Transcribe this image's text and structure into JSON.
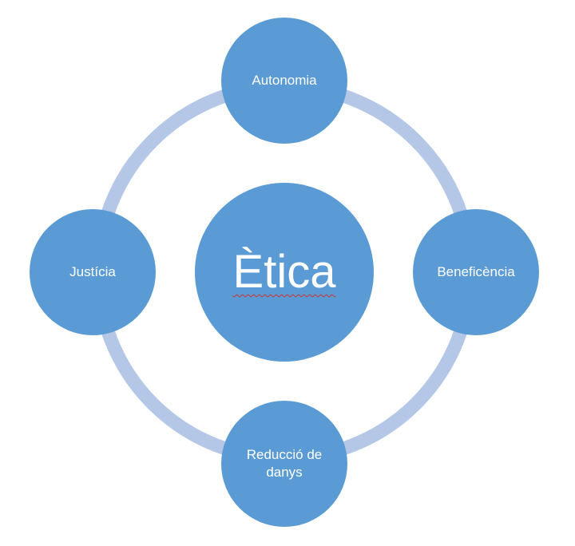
{
  "diagram": {
    "center": {
      "label": "Ètica"
    },
    "nodes": {
      "top": "Autonomia",
      "right": "Beneficència",
      "bottom": "Reducció de danys",
      "left": "Justícia"
    }
  },
  "colors": {
    "node_fill": "#5b9bd5",
    "ring": "#b4c7e7",
    "text": "#ffffff",
    "spellcheck_underline": "#d0312d"
  }
}
